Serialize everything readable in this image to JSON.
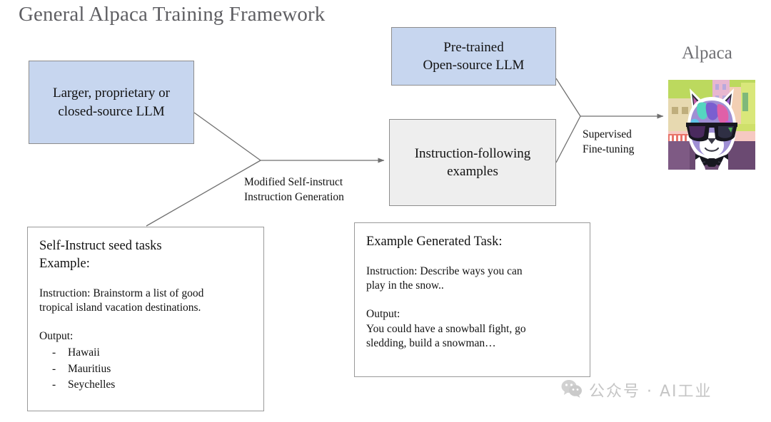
{
  "title": "General Alpaca Training Framework",
  "colors": {
    "blue_box_fill": "#c7d6ef",
    "gray_box_fill": "#eeeeee",
    "box_border": "#8d8d8d",
    "title_text": "#5f5f63",
    "body_text": "#111111",
    "connector": "#6f6f6f",
    "watermark": "#c2c2c2"
  },
  "boxes": {
    "source_llm": "Larger, proprietary or\nclosed-source LLM",
    "pretrained_llm": "Pre-trained\nOpen-source LLM",
    "instruction_examples": "Instruction-following\nexamples"
  },
  "edge_labels": {
    "modified_self_instruct": "Modified Self-instruct\nInstruction Generation",
    "supervised_finetuning": "Supervised\nFine-tuning"
  },
  "notes": {
    "seed_tasks": {
      "heading": "Self-Instruct seed tasks\nExample:",
      "instruction": "Instruction: Brainstorm a list of good\ntropical island vacation destinations.",
      "output_label": "Output:",
      "output_items": [
        "Hawaii",
        "Mauritius",
        "Seychelles"
      ],
      "bullet": "-"
    },
    "generated_task": {
      "heading": "Example Generated Task:",
      "instruction": "Instruction: Describe ways you can\nplay in the snow..",
      "output_label": "Output:",
      "output_text": "You could have a snowball fight, go\nsledding, build a snowman…"
    }
  },
  "output": {
    "label": "Alpaca",
    "image_alt": "alpaca-avatar-with-sunglasses-and-bowtie"
  },
  "watermark": {
    "icon": "wechat-icon",
    "text": "公众号 · AI工业"
  }
}
